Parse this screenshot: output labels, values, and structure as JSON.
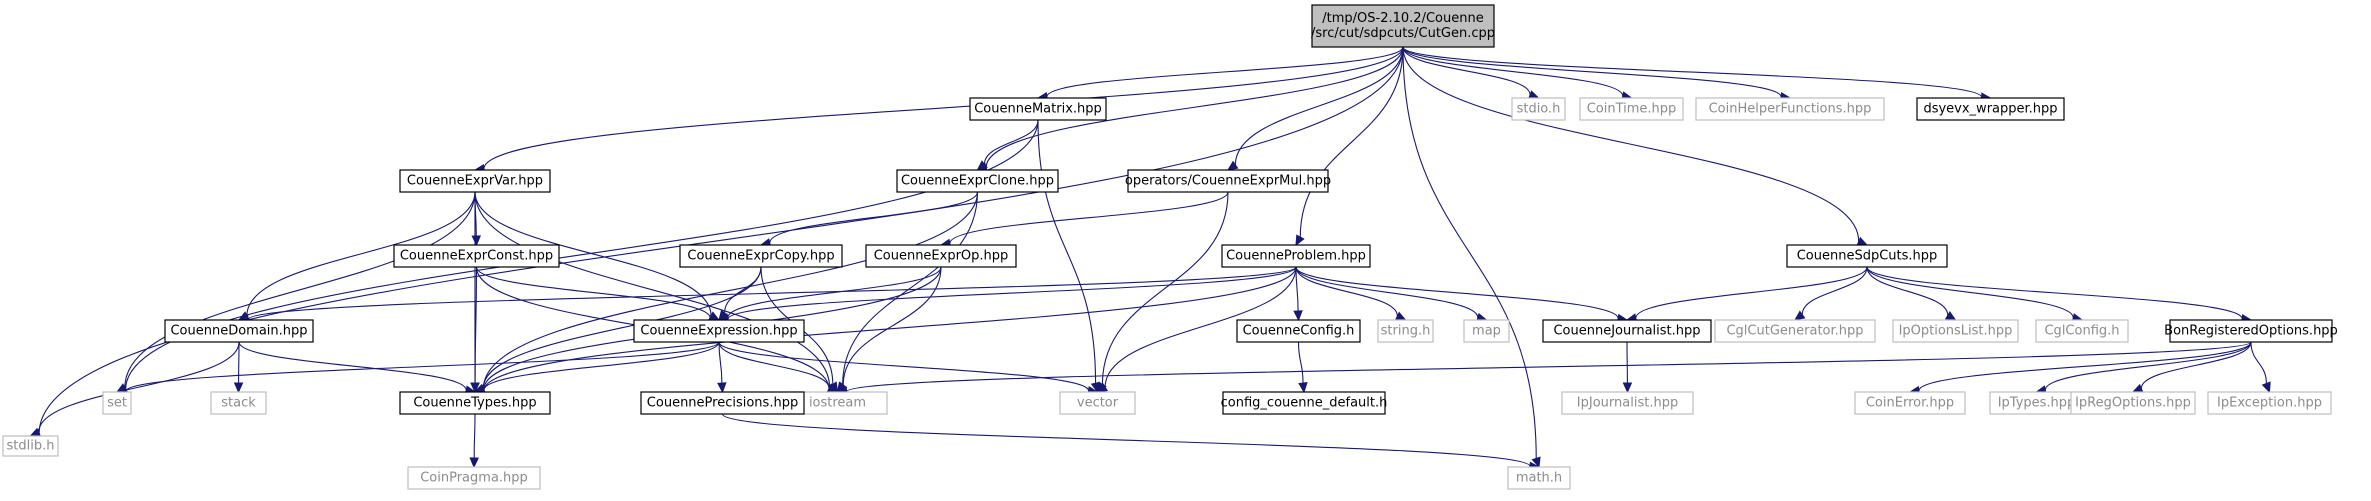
{
  "colors": {
    "edge": "#191970",
    "root_fill": "#bfbfbf",
    "node_border": "#000000",
    "external_border": "#bfbfbf",
    "external_text": "#8c8c8c"
  },
  "nodes": [
    {
      "id": "cutgen",
      "label": "/tmp/OS-2.10.2/Couenne\n/src/cut/sdpcuts/CutGen.cpp",
      "kind": "root"
    },
    {
      "id": "stdlib",
      "label": "stdlib.h",
      "kind": "external"
    },
    {
      "id": "matrix",
      "label": "CouenneMatrix.hpp",
      "kind": "local"
    },
    {
      "id": "exprclone",
      "label": "CouenneExprClone.hpp",
      "kind": "local"
    },
    {
      "id": "exprmul",
      "label": "operators/CouenneExprMul.hpp",
      "kind": "local"
    },
    {
      "id": "problem",
      "label": "CouenneProblem.hpp",
      "kind": "local"
    },
    {
      "id": "stdio",
      "label": "stdio.h",
      "kind": "external"
    },
    {
      "id": "cointime",
      "label": "CoinTime.hpp",
      "kind": "external"
    },
    {
      "id": "coinhelper",
      "label": "CoinHelperFunctions.hpp",
      "kind": "external"
    },
    {
      "id": "dsyevx",
      "label": "dsyevx_wrapper.hpp",
      "kind": "local"
    },
    {
      "id": "sdpcuts",
      "label": "CouenneSdpCuts.hpp",
      "kind": "local"
    },
    {
      "id": "exprvar",
      "label": "CouenneExprVar.hpp",
      "kind": "local"
    },
    {
      "id": "exprcopy",
      "label": "CouenneExprCopy.hpp",
      "kind": "local"
    },
    {
      "id": "exprop",
      "label": "CouenneExprOp.hpp",
      "kind": "local"
    },
    {
      "id": "exprconst",
      "label": "CouenneExprConst.hpp",
      "kind": "local"
    },
    {
      "id": "domain",
      "label": "CouenneDomain.hpp",
      "kind": "local"
    },
    {
      "id": "expression",
      "label": "CouenneExpression.hpp",
      "kind": "local"
    },
    {
      "id": "config",
      "label": "CouenneConfig.h",
      "kind": "local"
    },
    {
      "id": "stringh",
      "label": "string.h",
      "kind": "external"
    },
    {
      "id": "map",
      "label": "map",
      "kind": "external"
    },
    {
      "id": "journalist",
      "label": "CouenneJournalist.hpp",
      "kind": "local"
    },
    {
      "id": "cglcutgen",
      "label": "CglCutGenerator.hpp",
      "kind": "external"
    },
    {
      "id": "ipoptionslist",
      "label": "IpOptionsList.hpp",
      "kind": "external"
    },
    {
      "id": "cglconfig",
      "label": "CglConfig.h",
      "kind": "external"
    },
    {
      "id": "bonregopts",
      "label": "BonRegisteredOptions.hpp",
      "kind": "local"
    },
    {
      "id": "set",
      "label": "set",
      "kind": "external"
    },
    {
      "id": "stack",
      "label": "stack",
      "kind": "external"
    },
    {
      "id": "types",
      "label": "CouenneTypes.hpp",
      "kind": "local"
    },
    {
      "id": "iostream",
      "label": "iostream",
      "kind": "external"
    },
    {
      "id": "precisions",
      "label": "CouennePrecisions.hpp",
      "kind": "local"
    },
    {
      "id": "vector",
      "label": "vector",
      "kind": "external"
    },
    {
      "id": "configdefault",
      "label": "config_couenne_default.h",
      "kind": "local"
    },
    {
      "id": "ipjournalist",
      "label": "IpJournalist.hpp",
      "kind": "external"
    },
    {
      "id": "coinerror",
      "label": "CoinError.hpp",
      "kind": "external"
    },
    {
      "id": "iptypes",
      "label": "IpTypes.hpp",
      "kind": "external"
    },
    {
      "id": "ipregoptions",
      "label": "IpRegOptions.hpp",
      "kind": "external"
    },
    {
      "id": "ipexception",
      "label": "IpException.hpp",
      "kind": "external"
    },
    {
      "id": "coinpragma",
      "label": "CoinPragma.hpp",
      "kind": "external"
    },
    {
      "id": "mathh",
      "label": "math.h",
      "kind": "external"
    }
  ],
  "edges": [
    [
      "cutgen",
      "stdlib"
    ],
    [
      "cutgen",
      "matrix"
    ],
    [
      "cutgen",
      "exprclone"
    ],
    [
      "cutgen",
      "exprmul"
    ],
    [
      "cutgen",
      "problem"
    ],
    [
      "cutgen",
      "stdio"
    ],
    [
      "cutgen",
      "cointime"
    ],
    [
      "cutgen",
      "coinhelper"
    ],
    [
      "cutgen",
      "dsyevx"
    ],
    [
      "cutgen",
      "sdpcuts"
    ],
    [
      "cutgen",
      "mathh"
    ],
    [
      "cutgen",
      "exprvar"
    ],
    [
      "matrix",
      "exprclone"
    ],
    [
      "matrix",
      "set"
    ],
    [
      "matrix",
      "vector"
    ],
    [
      "exprclone",
      "exprcopy"
    ],
    [
      "exprclone",
      "types"
    ],
    [
      "exprclone",
      "iostream"
    ],
    [
      "exprmul",
      "exprop"
    ],
    [
      "exprmul",
      "vector"
    ],
    [
      "exprvar",
      "domain"
    ],
    [
      "exprvar",
      "exprconst"
    ],
    [
      "exprvar",
      "expression"
    ],
    [
      "exprvar",
      "types"
    ],
    [
      "exprvar",
      "iostream"
    ],
    [
      "exprvar",
      "set"
    ],
    [
      "exprcopy",
      "expression"
    ],
    [
      "exprcopy",
      "types"
    ],
    [
      "exprcopy",
      "iostream"
    ],
    [
      "exprop",
      "expression"
    ],
    [
      "exprop",
      "types"
    ],
    [
      "exprop",
      "iostream"
    ],
    [
      "exprconst",
      "expression"
    ],
    [
      "exprconst",
      "types"
    ],
    [
      "exprconst",
      "iostream"
    ],
    [
      "problem",
      "domain"
    ],
    [
      "problem",
      "expression"
    ],
    [
      "problem",
      "types"
    ],
    [
      "problem",
      "config"
    ],
    [
      "problem",
      "stringh"
    ],
    [
      "problem",
      "map"
    ],
    [
      "problem",
      "journalist"
    ],
    [
      "problem",
      "vector"
    ],
    [
      "sdpcuts",
      "journalist"
    ],
    [
      "sdpcuts",
      "cglcutgen"
    ],
    [
      "sdpcuts",
      "ipoptionslist"
    ],
    [
      "sdpcuts",
      "cglconfig"
    ],
    [
      "sdpcuts",
      "bonregopts"
    ],
    [
      "domain",
      "stdlib"
    ],
    [
      "domain",
      "stack"
    ],
    [
      "domain",
      "types"
    ],
    [
      "expression",
      "set"
    ],
    [
      "expression",
      "types"
    ],
    [
      "expression",
      "iostream"
    ],
    [
      "expression",
      "precisions"
    ],
    [
      "expression",
      "vector"
    ],
    [
      "config",
      "configdefault"
    ],
    [
      "journalist",
      "ipjournalist"
    ],
    [
      "bonregopts",
      "iostream"
    ],
    [
      "bonregopts",
      "coinerror"
    ],
    [
      "bonregopts",
      "iptypes"
    ],
    [
      "bonregopts",
      "ipregoptions"
    ],
    [
      "bonregopts",
      "ipexception"
    ],
    [
      "types",
      "coinpragma"
    ],
    [
      "precisions",
      "mathh"
    ]
  ]
}
